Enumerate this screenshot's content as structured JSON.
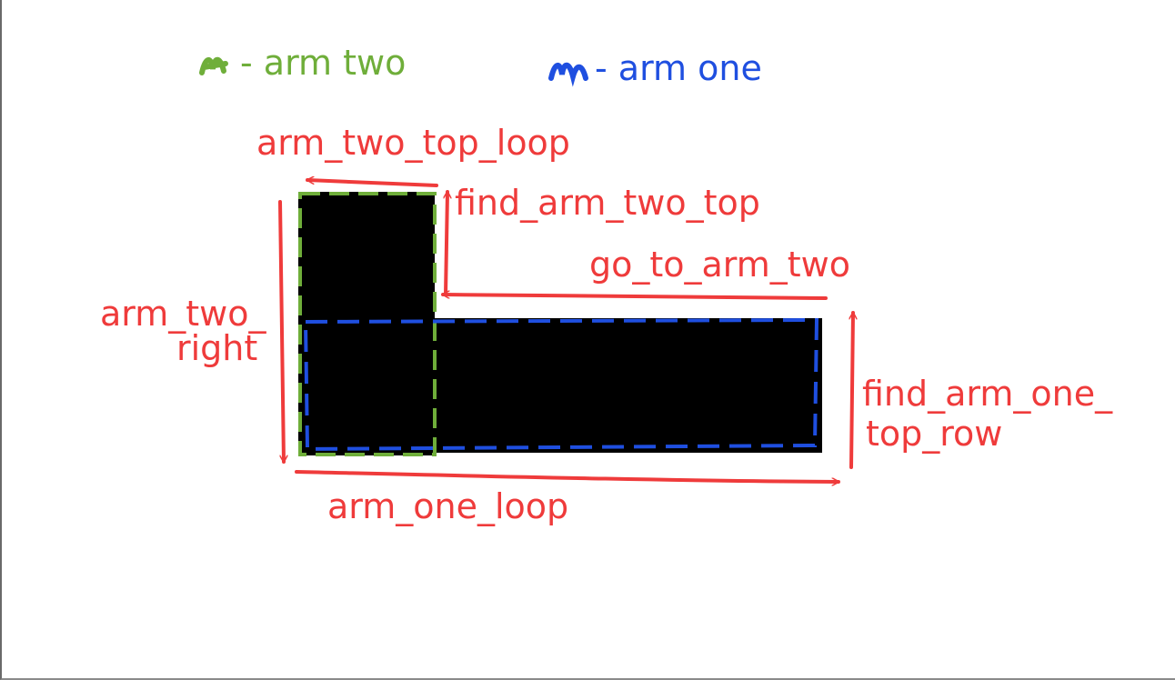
{
  "legend": {
    "arm_two": {
      "label": "- arm two",
      "color": "#6fae3a"
    },
    "arm_one": {
      "label": "- arm one",
      "color": "#1f4fe0"
    }
  },
  "labels": {
    "arm_two_top_loop": "arm_two_top_loop",
    "find_arm_two_top": "find_arm_two_top",
    "go_to_arm_two": "go_to_arm_two",
    "arm_two_right_line1": "arm_two_",
    "arm_two_right_line2": "right",
    "find_arm_one_top_row_line1": "find_arm_one_",
    "find_arm_one_top_row_line2": "top_row",
    "arm_one_loop": "arm_one_loop"
  },
  "colors": {
    "arrows": "#ef3b3b",
    "shape": "#000000",
    "arm_two": "#6fae3a",
    "arm_one": "#1f4fe0"
  }
}
